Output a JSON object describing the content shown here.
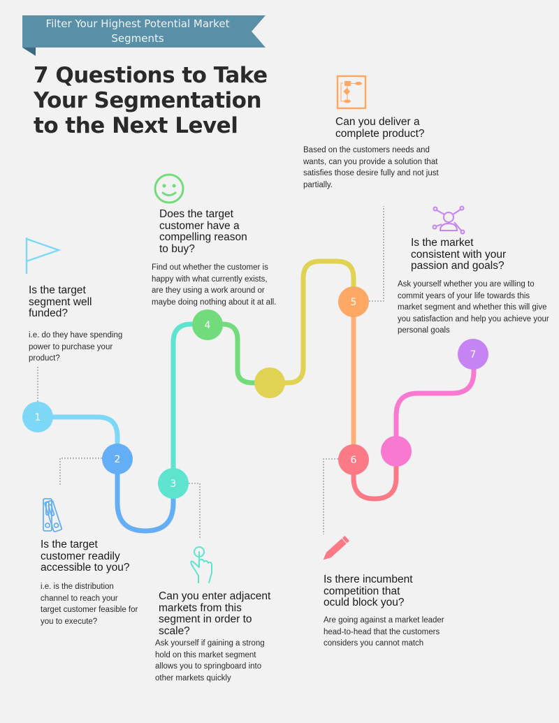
{
  "banner": {
    "text": "Filter Your Highest Potential Market Segments",
    "color": "#5a8fa8"
  },
  "title": "7 Questions to Take Your Segmentation to the Next Level",
  "steps": [
    {
      "number": "1",
      "color": "#7dd7f7",
      "icon": "flag-icon",
      "question": "Is the target segment well funded?",
      "description": "i.e. do they have spending power to purchase your product?"
    },
    {
      "number": "2",
      "color": "#64aef5",
      "icon": "binders-icon",
      "question": "Is the target customer readily accessible to you?",
      "description": "i.e. is the distribution channel to reach your target customer feasible for you to execute?"
    },
    {
      "number": "3",
      "color": "#5ee3cf",
      "icon": "tap-hand-icon",
      "question": "Can you enter adjacent markets from this segment in order to scale?",
      "description": "Ask yourself if gaining a strong hold on this market segment allows you to springboard into other markets quickly"
    },
    {
      "number": "4",
      "color": "#72dc7c",
      "icon": "smiley-icon",
      "question": "Does the target customer have a compelling reason to buy?",
      "description": "Find out whether the customer is happy with what currently exists, are they using a work around or maybe doing nothing about it at all."
    },
    {
      "number": "5",
      "color": "#fda865",
      "icon": "flowchart-icon",
      "question": "Can you deliver a complete product?",
      "description": "Based on the customers needs and wants, can you provide a solution that satisfies those desire fully and not just partially."
    },
    {
      "number": "6",
      "color": "#fb7a85",
      "icon": "pencil-icon",
      "question": "Is there incumbent competition that oculd block you?",
      "description": "Are going against a market leader head-to-head that the customers considers you cannot match"
    },
    {
      "number": "7",
      "color": "#c683f4",
      "icon": "network-person-icon",
      "question": "Is the market consistent with your passion and goals?",
      "description": "Ask yourself whether you are willing to commit years of your life towards this market segment and whether this will give you satisfaction and help you achieve your personal goals"
    }
  ],
  "extra_nodes": [
    {
      "color": "#e0d252"
    },
    {
      "color": "#f978d0"
    }
  ]
}
